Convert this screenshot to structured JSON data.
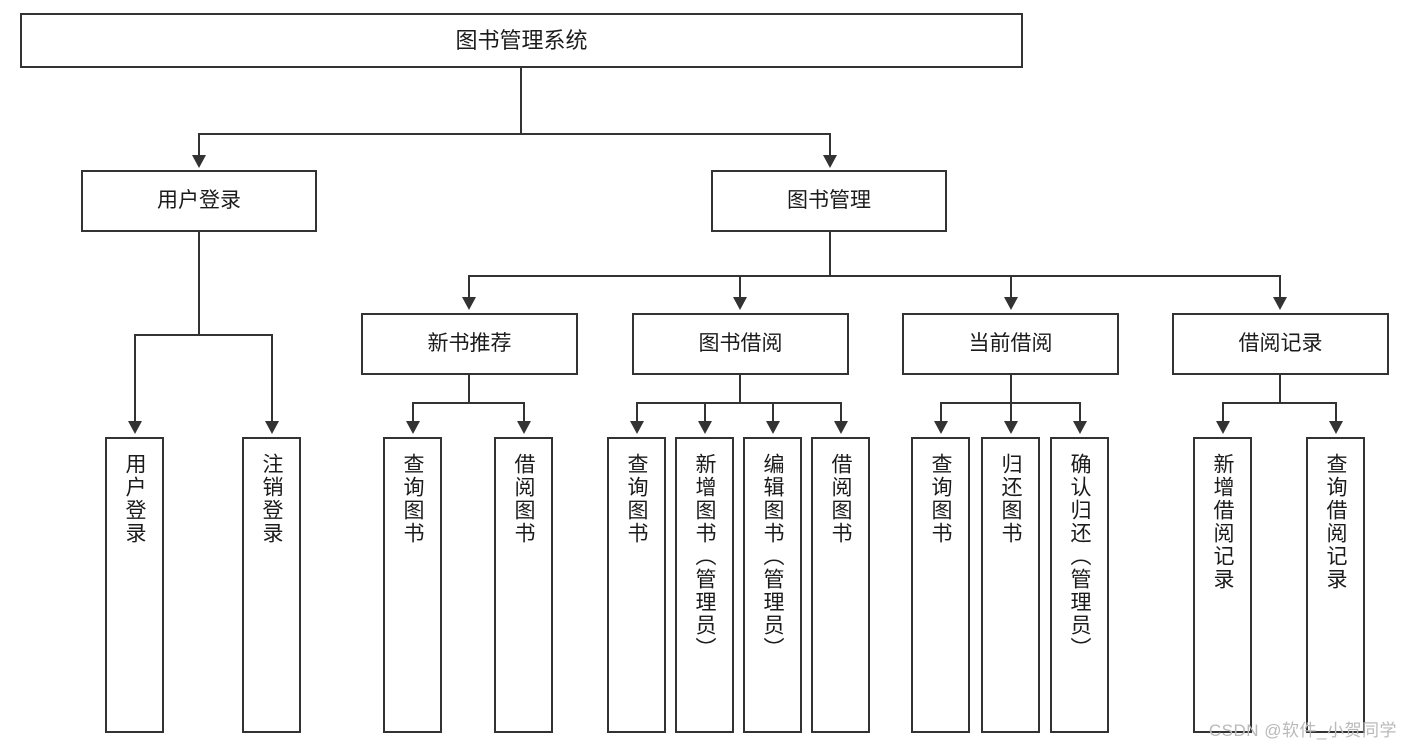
{
  "diagram": {
    "title": "图书管理系统",
    "type": "tree",
    "colors": {
      "box_border": "#333333",
      "box_fill": "#ffffff",
      "connector": "#333333",
      "text": "#1b1b1b",
      "watermark": "#b9b9b9",
      "background": "#ffffff"
    },
    "root": {
      "label": "图书管理系统"
    },
    "level2": [
      {
        "label": "用户登录"
      },
      {
        "label": "图书管理"
      }
    ],
    "level3": [
      {
        "label": "新书推荐"
      },
      {
        "label": "图书借阅"
      },
      {
        "label": "当前借阅"
      },
      {
        "label": "借阅记录"
      }
    ],
    "leaves": {
      "user_login": [
        {
          "label": "用户登录"
        },
        {
          "label": "注销登录"
        }
      ],
      "new_book": [
        {
          "label": "查询图书"
        },
        {
          "label": "借阅图书"
        }
      ],
      "book_borrow": [
        {
          "label": "查询图书"
        },
        {
          "label": "新增图书（管理员）"
        },
        {
          "label": "编辑图书（管理员）"
        },
        {
          "label": "借阅图书"
        }
      ],
      "current_borrow": [
        {
          "label": "查询图书"
        },
        {
          "label": "归还图书"
        },
        {
          "label": "确认归还（管理员）"
        }
      ],
      "borrow_record": [
        {
          "label": "新增借阅记录"
        },
        {
          "label": "查询借阅记录"
        }
      ]
    }
  },
  "watermark": {
    "text": "CSDN @软件_小贺同学"
  }
}
